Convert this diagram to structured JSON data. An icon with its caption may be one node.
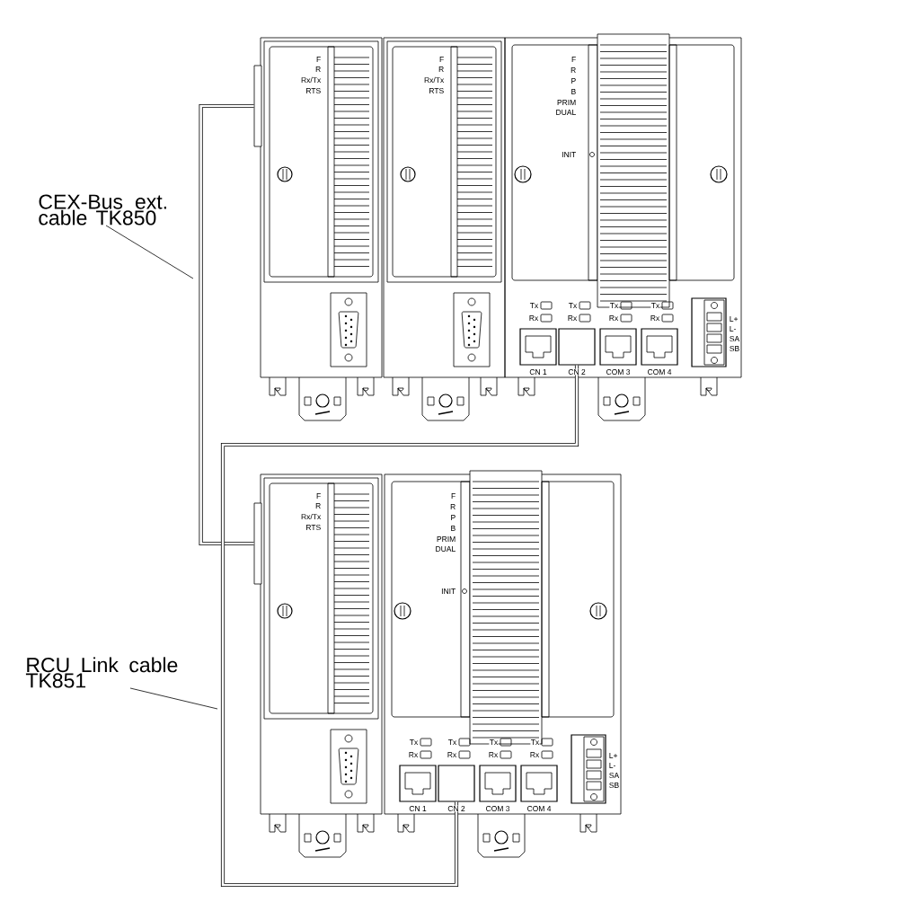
{
  "diagram": {
    "nodes": [
      {
        "text": [
          "CEX-Bus ext. cable TK850"
        ]
      },
      {
        "text": [
          "RCU Link cable TK851"
        ]
      },
      {
        "text": [],
        "shape": "box"
      },
      {
        "text": [],
        "shape": "box"
      },
      {
        "text": [],
        "shape": "box"
      },
      {
        "text": [],
        "shape": "box"
      }
    ],
    "edges": [
      {
        "from": 0,
        "to": null,
        "arrow": "none"
      },
      {
        "from": 1,
        "to": null,
        "arrow": "none"
      },
      {
        "from": 2,
        "to": 3,
        "arrow": "none",
        "style": "thick"
      },
      {
        "from": 4,
        "to": 5,
        "arrow": "none",
        "style": "thick"
      }
    ],
    "labels": [
      "F",
      "R",
      "Rx/Tx",
      "RTS",
      "F",
      "R",
      "Rx/Tx",
      "RTS",
      "F",
      "R",
      "P",
      "B",
      "PRIM",
      "DUAL",
      "INIT",
      "Tx",
      "Rx",
      "Tx",
      "Rx",
      "Tx",
      "Rx",
      "Tx",
      "Rx",
      "CN 1",
      "CN 2",
      "COM 3",
      "COM 4",
      "L+",
      "L-",
      "SA",
      "SB",
      "F",
      "R",
      "Rx/Tx",
      "RTS",
      "F",
      "R",
      "P",
      "B",
      "PRIM",
      "DUAL",
      "INIT",
      "Tx",
      "Rx",
      "Tx",
      "Rx",
      "Tx",
      "Rx",
      "Tx",
      "Rx",
      "CN 1",
      "CN 2",
      "COM 3",
      "COM 4",
      "L+",
      "L-",
      "SA",
      "SB"
    ]
  }
}
